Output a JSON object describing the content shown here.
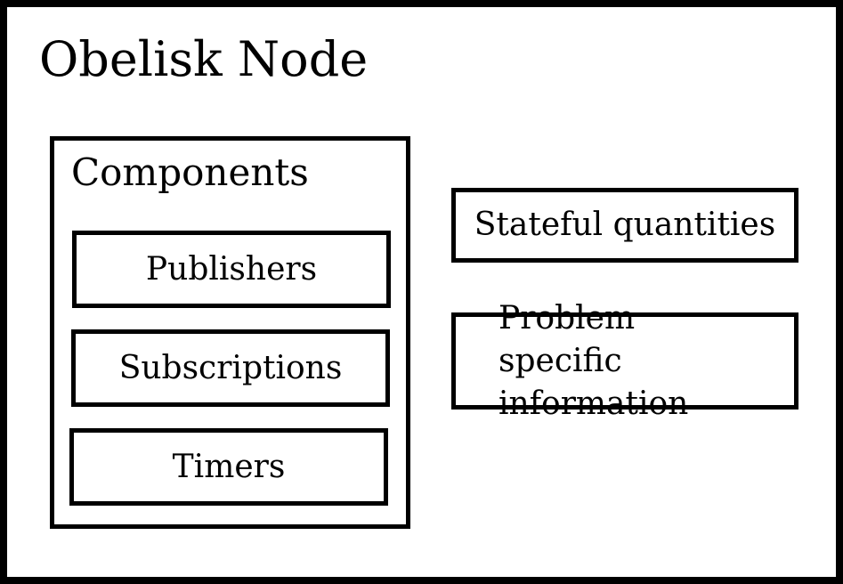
{
  "diagram": {
    "title": "Obelisk Node",
    "components": {
      "label": "Components",
      "items": [
        {
          "label": "Publishers"
        },
        {
          "label": "Subscriptions"
        },
        {
          "label": "Timers"
        }
      ]
    },
    "side_boxes": [
      {
        "label": "Stateful quantities"
      },
      {
        "label": "Problem specific information"
      }
    ],
    "colors": {
      "stroke": "#000000",
      "background": "#ffffff"
    }
  }
}
